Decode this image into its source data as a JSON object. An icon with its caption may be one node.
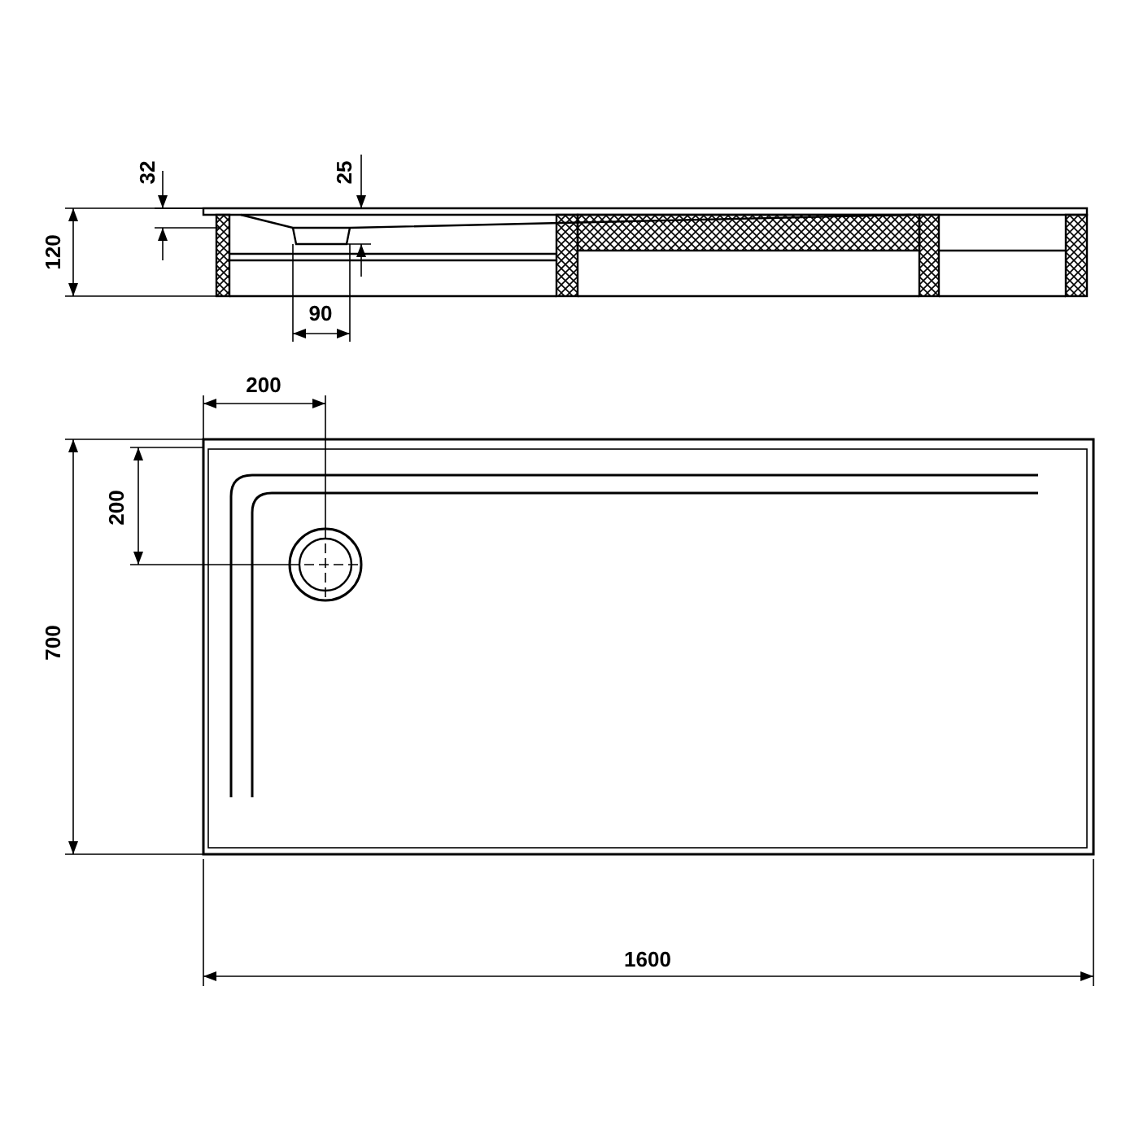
{
  "diagram": {
    "labels": [
      "32",
      "25",
      "120",
      "90",
      "200",
      "200",
      "700",
      "1600"
    ]
  }
}
